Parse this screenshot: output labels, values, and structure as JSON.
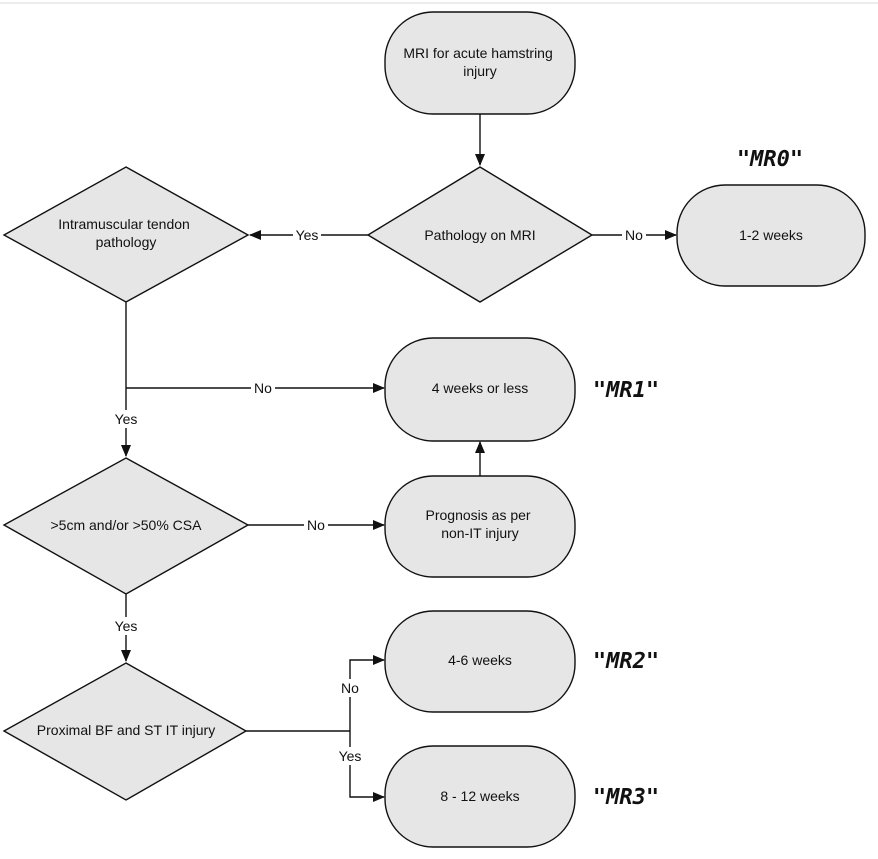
{
  "nodes": {
    "start": {
      "lines": [
        "MRI for acute hamstring",
        "injury"
      ]
    },
    "pathology": {
      "lines": [
        "Pathology on MRI"
      ]
    },
    "mr0_outcome": {
      "lines": [
        "1-2 weeks"
      ]
    },
    "it_pathology": {
      "lines": [
        "Intramuscular tendon",
        "pathology"
      ]
    },
    "mr1_outcome": {
      "lines": [
        "4 weeks or less"
      ]
    },
    "size_check": {
      "lines": [
        ">5cm and/or >50% CSA"
      ]
    },
    "non_it": {
      "lines": [
        "Prognosis as per",
        "non-IT injury"
      ]
    },
    "proximal": {
      "lines": [
        "Proximal BF and ST IT injury"
      ]
    },
    "mr2_outcome": {
      "lines": [
        "4-6 weeks"
      ]
    },
    "mr3_outcome": {
      "lines": [
        "8 - 12 weeks"
      ]
    }
  },
  "edge_labels": {
    "pathology_yes": "Yes",
    "pathology_no": "No",
    "it_no": "No",
    "it_yes": "Yes",
    "size_no": "No",
    "size_yes": "Yes",
    "proximal_no": "No",
    "proximal_yes": "Yes"
  },
  "grades": {
    "mr0": "\"MR0\"",
    "mr1": "\"MR1\"",
    "mr2": "\"MR2\"",
    "mr3": "\"MR3\""
  },
  "colors": {
    "node_fill": "#e6e6e6",
    "stroke": "#111111"
  }
}
